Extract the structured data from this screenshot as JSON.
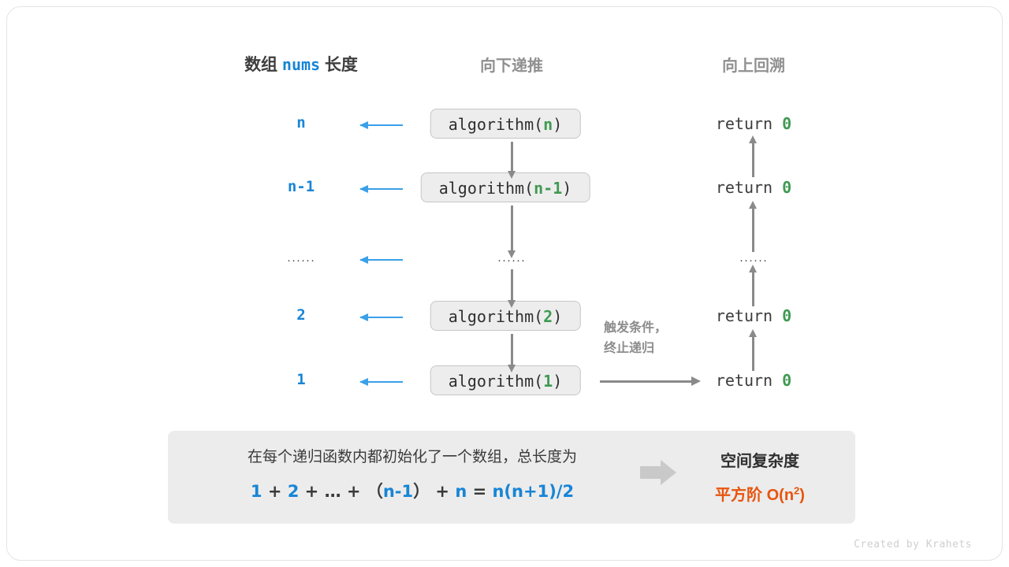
{
  "headers": {
    "array_label_prefix": "数组",
    "array_label_code": "nums",
    "array_label_suffix": "长度",
    "down": "向下递推",
    "up": "向上回溯"
  },
  "rows": [
    {
      "length": "n",
      "call_prefix": "algorithm(",
      "call_arg": "n",
      "call_suffix": ")",
      "return_text": "return",
      "return_value": "0",
      "is_ellipsis": false
    },
    {
      "length": "n-1",
      "call_prefix": "algorithm(",
      "call_arg": "n-1",
      "call_suffix": ")",
      "return_text": "return",
      "return_value": "0",
      "is_ellipsis": false
    },
    {
      "length": "······",
      "call_prefix": "",
      "call_arg": "",
      "call_suffix": "",
      "return_text": "······",
      "return_value": "",
      "is_ellipsis": true
    },
    {
      "length": "2",
      "call_prefix": "algorithm(",
      "call_arg": "2",
      "call_suffix": ")",
      "return_text": "return",
      "return_value": "0",
      "is_ellipsis": false
    },
    {
      "length": "1",
      "call_prefix": "algorithm(",
      "call_arg": "1",
      "call_suffix": ")",
      "return_text": "return",
      "return_value": "0",
      "is_ellipsis": false
    }
  ],
  "ellipsis_glyph": "······",
  "note": {
    "line1": "触发条件，",
    "line2": "终止递归"
  },
  "summary": {
    "text": "在每个递归函数内都初始化了一个数组，总长度为",
    "formula_parts": [
      {
        "t": "1",
        "blue": true
      },
      {
        "t": " + ",
        "blue": false
      },
      {
        "t": "2",
        "blue": true
      },
      {
        "t": " + ",
        "blue": false
      },
      {
        "t": "…",
        "blue": false
      },
      {
        "t": " + ",
        "blue": false
      },
      {
        "t": "（",
        "blue": false
      },
      {
        "t": "n-1",
        "blue": true
      },
      {
        "t": "）",
        "blue": false
      },
      {
        "t": " + ",
        "blue": false
      },
      {
        "t": "n",
        "blue": true
      },
      {
        "t": " = ",
        "blue": false
      },
      {
        "t": "n(n+1)/2",
        "blue": true
      }
    ],
    "title": "空间复杂度",
    "complexity_label": "平方阶",
    "complexity_base": "O(n",
    "complexity_exp": "2",
    "complexity_close": ")"
  },
  "credit": "Created by Krahets",
  "colors": {
    "blue": "#1785d6",
    "green": "#3f9a52",
    "orange": "#e8540c",
    "gray_arrow": "#8a8a8a",
    "box_fill": "#ededed",
    "panel_fill": "#ececec"
  }
}
